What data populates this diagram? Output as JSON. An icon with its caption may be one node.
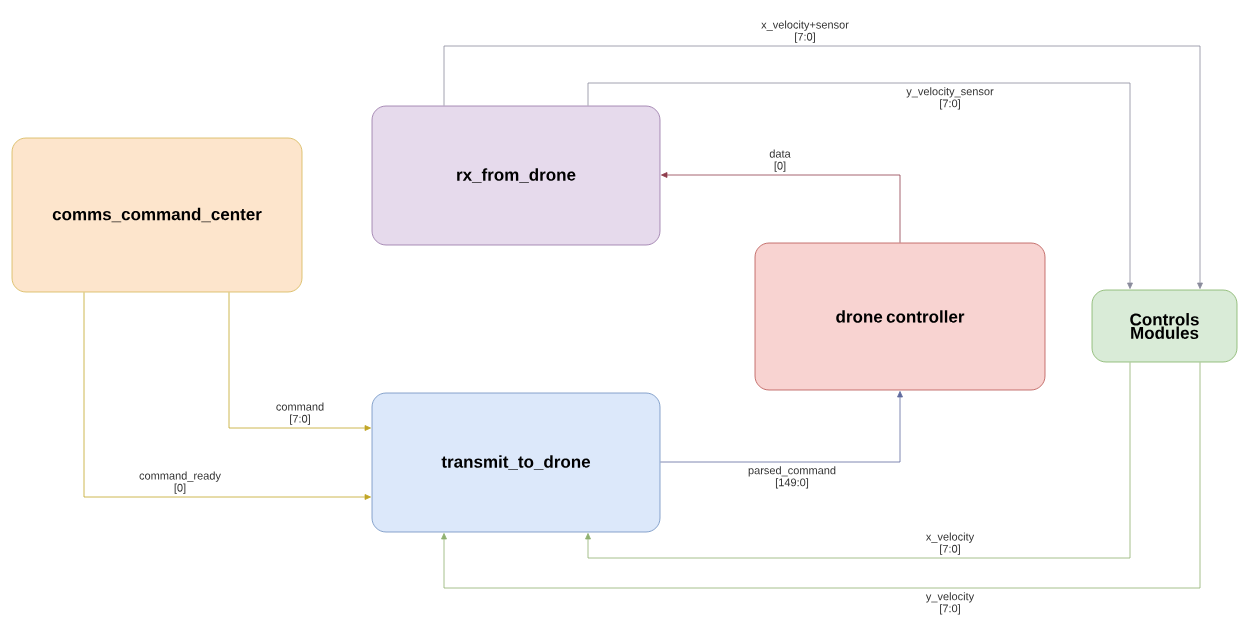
{
  "diagram": {
    "nodes": [
      {
        "text": [
          "comms_command_center"
        ]
      },
      {
        "text": [
          "rx_from_drone"
        ]
      },
      {
        "text": [
          "drone controller"
        ]
      },
      {
        "text": [
          "transmit_to_drone"
        ]
      },
      {
        "text": [
          "Controls Modules"
        ]
      }
    ],
    "edges": [
      {
        "from": 0,
        "to": 3,
        "arrow": "to",
        "label": "command [7:0]",
        "color": "#c2a626"
      },
      {
        "from": 0,
        "to": 3,
        "arrow": "to",
        "label": "command_ready [0]",
        "color": "#c2a626"
      },
      {
        "from": 2,
        "to": 1,
        "arrow": "to",
        "label": "data [0]",
        "color": "#8f3d4d"
      },
      {
        "from": 3,
        "to": 2,
        "arrow": "to",
        "label": "parsed_command [149:0]",
        "color": "#5f6b9e"
      },
      {
        "from": 1,
        "to": 4,
        "arrow": "to",
        "label": "x_velocity+sensor [7:0]",
        "color": "#8a8c9c"
      },
      {
        "from": 1,
        "to": 4,
        "arrow": "to",
        "label": "y_velocity_sensor [7:0]",
        "color": "#8a8c9c"
      },
      {
        "from": 4,
        "to": 3,
        "arrow": "to",
        "label": "x_velocity [7:0]",
        "color": "#8fb070"
      },
      {
        "from": 4,
        "to": 3,
        "arrow": "to",
        "label": "y_velocity [7:0]",
        "color": "#8fb070"
      }
    ]
  }
}
